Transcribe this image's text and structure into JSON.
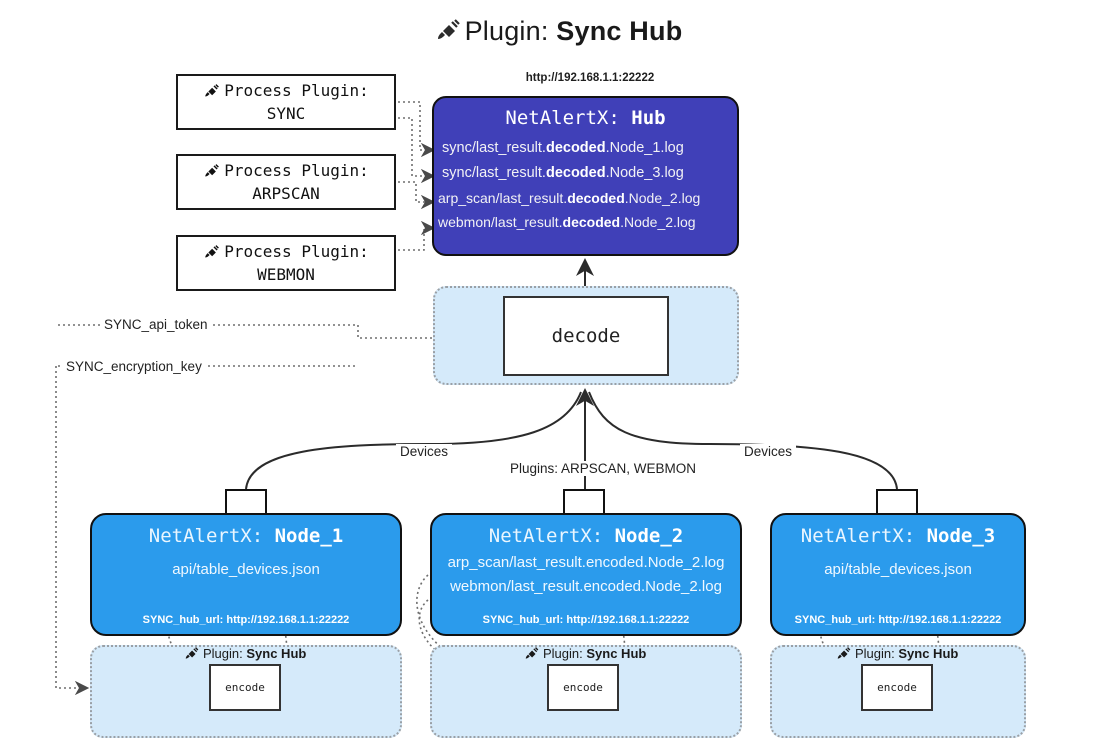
{
  "title": {
    "icon": "plug-icon",
    "prefix": "Plugin: ",
    "name": "Sync Hub"
  },
  "process_plugins": [
    {
      "icon": "plug-icon",
      "heading": "Process Plugin:",
      "name": "SYNC"
    },
    {
      "icon": "plug-icon",
      "heading": "Process Plugin:",
      "name": "ARPSCAN"
    },
    {
      "icon": "plug-icon",
      "heading": "Process Plugin:",
      "name": "WEBMON"
    }
  ],
  "hub": {
    "url": "http://192.168.1.1:22222",
    "title_prefix": "NetAlertX: ",
    "title_name": "Hub",
    "log_lines": [
      {
        "pre": "sync/last_result.",
        "em": "decoded",
        "post": ".Node_1.log"
      },
      {
        "pre": "sync/last_result.",
        "em": "decoded",
        "post": ".Node_3.log"
      },
      {
        "pre": "arp_scan/last_result.",
        "em": "decoded",
        "post": ".Node_2.log"
      },
      {
        "pre": "webmon/last_result.",
        "em": "decoded",
        "post": ".Node_2.log"
      }
    ]
  },
  "decode": {
    "label": "decode"
  },
  "config_labels": {
    "api_token": "SYNC_api_token",
    "encryption_key": "SYNC_encryption_key"
  },
  "edge_labels": {
    "devices_left": "Devices",
    "devices_right": "Devices",
    "plugins_middle": "Plugins: ARPSCAN, WEBMON"
  },
  "nodes": [
    {
      "icon": "envelope-icon",
      "title_prefix": "NetAlertX: ",
      "title_name": "Node_1",
      "lines": [
        "api/table_devices.json"
      ],
      "hub_url": "SYNC_hub_url: http://192.168.1.1:22222"
    },
    {
      "icon": "envelope-icon",
      "title_prefix": "NetAlertX: ",
      "title_name": "Node_2",
      "lines": [
        "arp_scan/last_result.encoded.Node_2.log",
        "webmon/last_result.encoded.Node_2.log"
      ],
      "hub_url": "SYNC_hub_url: http://192.168.1.1:22222"
    },
    {
      "icon": "envelope-icon",
      "title_prefix": "NetAlertX: ",
      "title_name": "Node_3",
      "lines": [
        "api/table_devices.json"
      ],
      "hub_url": "SYNC_hub_url: http://192.168.1.1:22222"
    }
  ],
  "plugin_containers": [
    {
      "icon": "plug-icon",
      "prefix": "Plugin: ",
      "name": "Sync Hub",
      "encode_label": "encode"
    },
    {
      "icon": "plug-icon",
      "prefix": "Plugin: ",
      "name": "Sync Hub",
      "encode_label": "encode"
    },
    {
      "icon": "plug-icon",
      "prefix": "Plugin: ",
      "name": "Sync Hub",
      "encode_label": "encode"
    }
  ],
  "colors": {
    "hub_fill": "#4040b8",
    "node_fill": "#2b9bec",
    "container_fill": "#d5eafa",
    "stroke": "#111111",
    "dotted_stroke": "#9aa0a6",
    "background": "#ffffff"
  }
}
